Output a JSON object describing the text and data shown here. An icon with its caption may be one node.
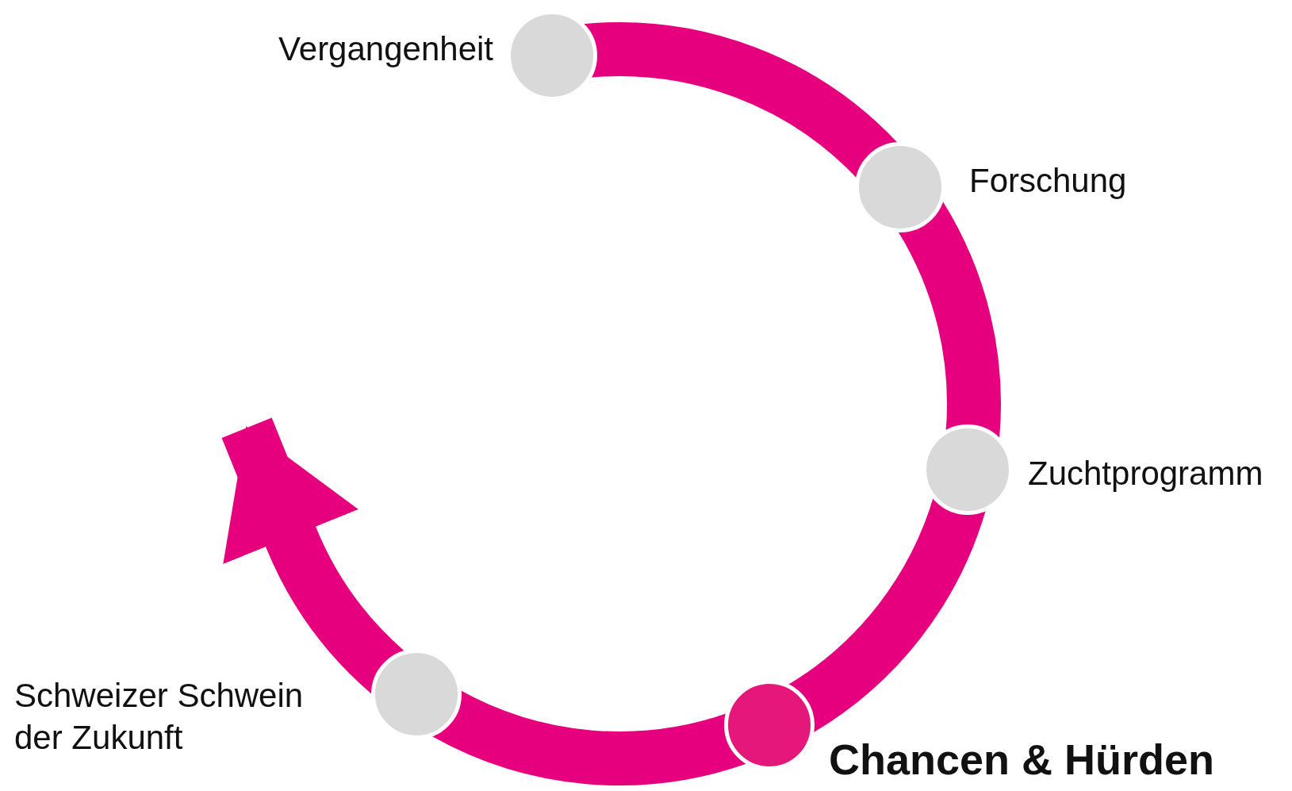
{
  "diagram": {
    "nodes": [
      {
        "text": [],
        "shape": "circle",
        "beside": [
          "Vergangenheit"
        ]
      },
      {
        "text": [],
        "shape": "circle",
        "beside": [
          "Forschung"
        ]
      },
      {
        "text": [],
        "shape": "circle",
        "beside": [
          "Zuchtprogramm"
        ]
      },
      {
        "text": [],
        "shape": "circle",
        "beside": [
          "Chancen & Hürden"
        ]
      },
      {
        "text": [],
        "shape": "circle",
        "beside": [
          "Schweizer Schwein der Zukunft"
        ]
      }
    ],
    "edges": [
      {
        "from": 0,
        "to": 1,
        "arrow": "none"
      },
      {
        "from": 1,
        "to": 2,
        "arrow": "none"
      },
      {
        "from": 2,
        "to": 3,
        "arrow": "none"
      },
      {
        "from": 3,
        "to": 4,
        "arrow": "none"
      },
      {
        "from": 4,
        "to": null,
        "arrow": "to"
      }
    ]
  }
}
